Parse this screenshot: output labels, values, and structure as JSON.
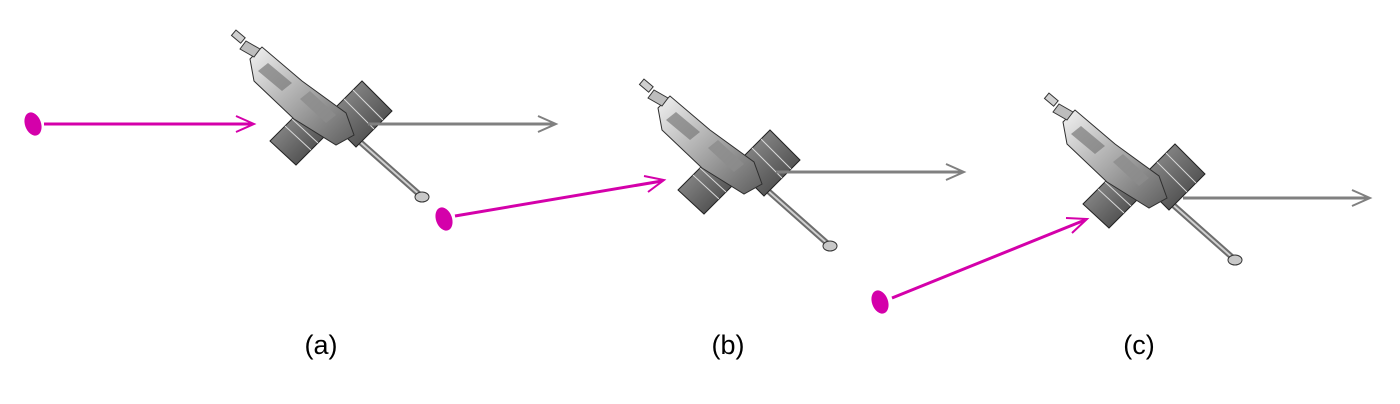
{
  "panels": [
    {
      "label": "(a)"
    },
    {
      "label": "(b)"
    },
    {
      "label": "(c)"
    }
  ],
  "colors": {
    "incoming_arrow": "#d400aa",
    "outgoing_arrow": "#808080",
    "background": "#ffffff"
  },
  "icons": [
    "satellite-icon",
    "spacecraft-icon",
    "arrow-right-icon"
  ]
}
